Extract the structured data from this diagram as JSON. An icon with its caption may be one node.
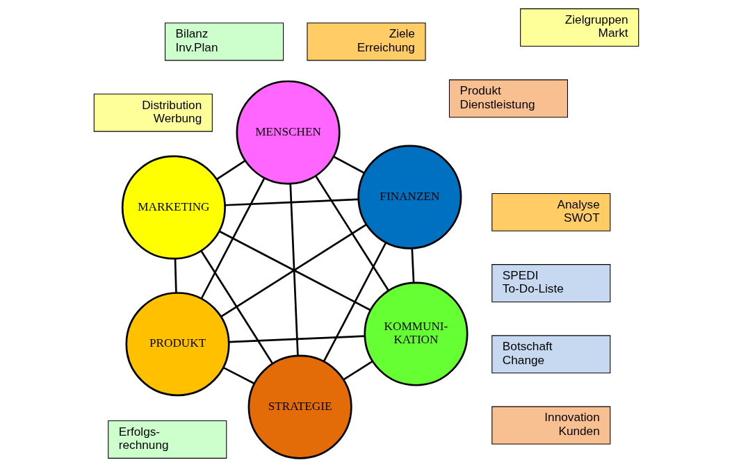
{
  "diagram": {
    "nodes": [
      {
        "text": [
          "Produkt Dienstleistung"
        ]
      },
      {
        "text": [
          "PRODUKT"
        ]
      },
      {
        "text": [
          "Innovation Kunden"
        ]
      },
      {
        "text": [
          "Botschaft Change"
        ]
      },
      {
        "text": [
          "KOMMUNI- KATION"
        ]
      },
      {
        "text": [
          "SPEDI To-Do-Liste"
        ]
      },
      {
        "text": [
          "STRATEGIE"
        ]
      },
      {
        "text": [
          "Analyse SWOT"
        ]
      },
      {
        "text": [
          "Ziele Erreichung"
        ]
      },
      {
        "text": [
          "MENSCHEN"
        ]
      },
      {
        "text": [
          "Bilanz Inv.Plan"
        ]
      },
      {
        "text": [
          "Erfolgs- rechnung"
        ]
      },
      {
        "text": [
          "FINANZEN"
        ]
      },
      {
        "text": [
          "MARKETING"
        ]
      },
      {
        "text": [
          "Zielgruppen Markt"
        ]
      },
      {
        "text": [
          "Distribution Werbung"
        ]
      }
    ],
    "edges": [
      {
        "from": 1,
        "to": 4,
        "arrow": "none"
      },
      {
        "from": 1,
        "to": 6,
        "arrow": "none"
      },
      {
        "from": 1,
        "to": 9,
        "arrow": "none"
      },
      {
        "from": 1,
        "to": 12,
        "arrow": "none"
      },
      {
        "from": 1,
        "to": 13,
        "arrow": "none"
      },
      {
        "from": 4,
        "to": 6,
        "arrow": "none"
      },
      {
        "from": 4,
        "to": 9,
        "arrow": "none"
      },
      {
        "from": 4,
        "to": 12,
        "arrow": "none"
      },
      {
        "from": 4,
        "to": 13,
        "arrow": "none"
      },
      {
        "from": 6,
        "to": 9,
        "arrow": "none"
      },
      {
        "from": 6,
        "to": 12,
        "arrow": "none"
      },
      {
        "from": 6,
        "to": 13,
        "arrow": "none"
      },
      {
        "from": 9,
        "to": 12,
        "arrow": "none"
      },
      {
        "from": 9,
        "to": 13,
        "arrow": "none"
      },
      {
        "from": 12,
        "to": 13,
        "arrow": "none"
      }
    ]
  }
}
